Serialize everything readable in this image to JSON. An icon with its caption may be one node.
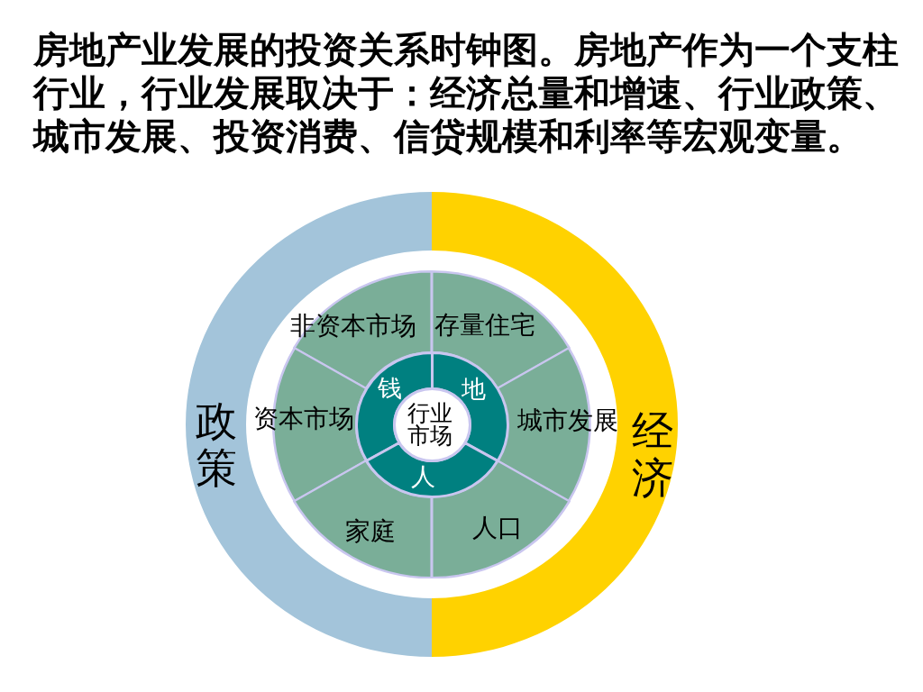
{
  "diagram": {
    "title": "房地产业发展的投资关系时钟图。房地产作为一个支柱行业，行业发展取决于：经济总量和增速、行业政策、城市发展、投资消费、信贷规模和利率等宏观变量。",
    "nodes": [
      {
        "text": [
          "政策"
        ]
      },
      {
        "text": [
          "经济"
        ]
      },
      {
        "text": [
          "非资本市场"
        ]
      },
      {
        "text": [
          "存量住宅"
        ]
      },
      {
        "text": [
          "资本市场"
        ]
      },
      {
        "text": [
          "城市发展"
        ]
      },
      {
        "text": [
          "家庭"
        ]
      },
      {
        "text": [
          "人口"
        ]
      },
      {
        "text": [
          "钱"
        ]
      },
      {
        "text": [
          "地"
        ]
      },
      {
        "text": [
          "人"
        ]
      },
      {
        "text": [
          "行业市场"
        ]
      }
    ]
  }
}
